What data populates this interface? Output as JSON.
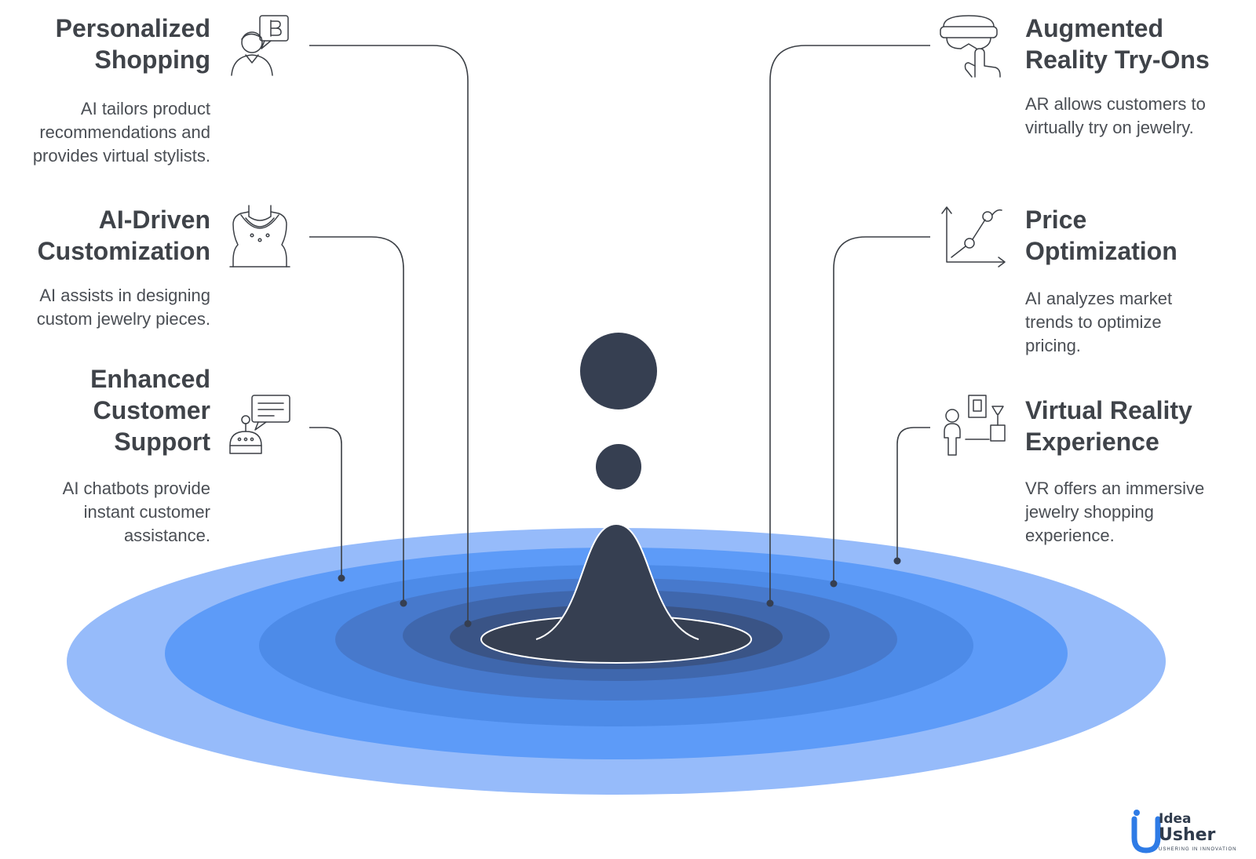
{
  "items": [
    {
      "title": [
        "Personalized",
        "Shopping"
      ],
      "desc": [
        "AI tailors product",
        "recommendations and",
        "provides virtual stylists."
      ],
      "icon": "shopper-bitcoin-icon"
    },
    {
      "title": [
        "AI-Driven",
        "Customization"
      ],
      "desc": [
        "AI assists in designing",
        "custom jewelry pieces."
      ],
      "icon": "necklace-bust-icon"
    },
    {
      "title": [
        "Enhanced",
        "Customer",
        "Support"
      ],
      "desc": [
        "AI chatbots provide",
        "instant customer",
        "assistance."
      ],
      "icon": "chatbot-icon"
    },
    {
      "title": [
        "Augmented",
        "Reality Try-Ons"
      ],
      "desc": [
        "AR allows customers to",
        "virtually try on jewelry."
      ],
      "icon": "ar-headset-touch-icon"
    },
    {
      "title": [
        "Price",
        "Optimization"
      ],
      "desc": [
        "AI analyzes market",
        "trends to optimize",
        "pricing."
      ],
      "icon": "trend-chart-icon"
    },
    {
      "title": [
        "Virtual Reality",
        "Experience"
      ],
      "desc": [
        "VR offers an immersive",
        "jewelry shopping",
        "experience."
      ],
      "icon": "vr-shopper-icon"
    }
  ],
  "logo": {
    "line1": "Idea",
    "line2": "Usher",
    "tagline": "USHERING IN INNOVATION"
  },
  "colors": {
    "ripple": [
      "#96bbfa",
      "#5d9bf8",
      "#4d8be8",
      "#4779cc",
      "#3f67ad",
      "#3a5486"
    ],
    "drop": "#363f51",
    "text": "#3f4349",
    "logo_blue": "#2e7be6"
  }
}
